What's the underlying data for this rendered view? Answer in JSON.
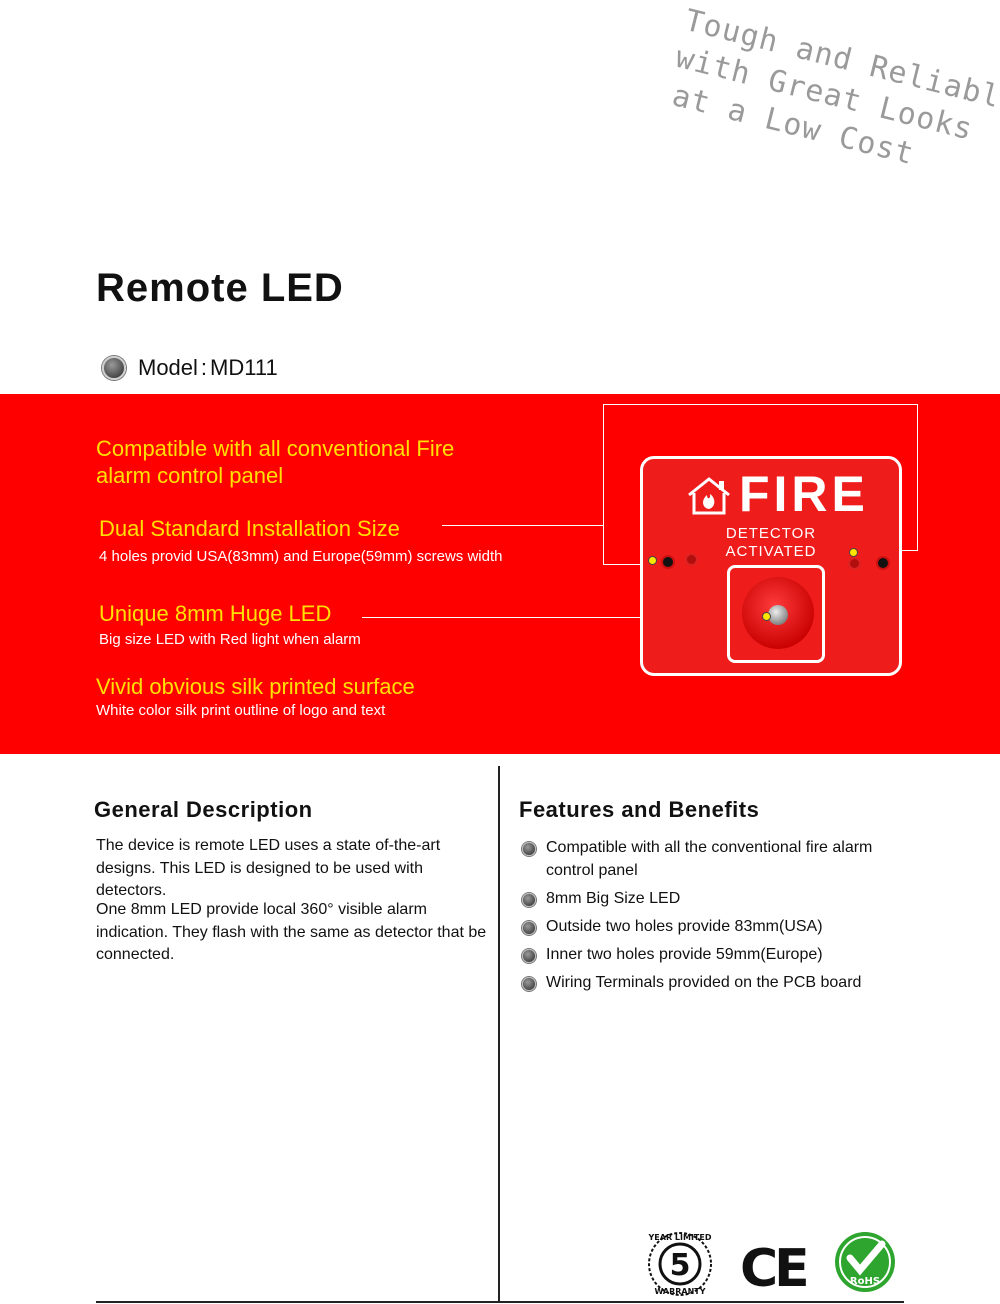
{
  "slogan": {
    "line1": "Tough and Reliable",
    "line2": "with Great Looks",
    "line3": "at a Low Cost"
  },
  "header": {
    "title": "Remote LED",
    "model_label": "Model",
    "model_separator": ":",
    "model_value": "MD111"
  },
  "banner": {
    "colors": {
      "background": "#ff0000",
      "heading": "#ffe000",
      "text": "#ffffff"
    },
    "features": [
      {
        "title_line1": "Compatible  with  all  conventional  Fire",
        "title_line2": "alarm  control  panel"
      },
      {
        "title": "Dual  Standard Installation Size",
        "subtitle": "4 holes provid USA(83mm) and Europe(59mm) screws width"
      },
      {
        "title": "Unique 8mm Huge LED",
        "subtitle": "Big size LED with Red light when alarm"
      },
      {
        "title": "Vivid obvious silk printed surface",
        "subtitle": "White color silk print outline of logo and text"
      }
    ],
    "device": {
      "word": "FIRE",
      "label_line1": "DETECTOR",
      "label_line2": "ACTIVATED"
    }
  },
  "general": {
    "heading": "General Description",
    "para1": "The device is remote LED uses a state of-the-art designs. This LED is designed to be used with detectors.",
    "para2": "One 8mm  LED provide local 360° visible alarm indication. They flash with the same as detector that be connected."
  },
  "features": {
    "heading": "Features and Benefits",
    "items": [
      "Compatible with all the conventional fire alarm control panel",
      "8mm Big Size LED",
      "Outside two holes provide 83mm(USA)",
      "Inner two holes provide 59mm(Europe)",
      "Wiring Terminals provided on the PCB board"
    ]
  },
  "certifications": {
    "warranty_top": "YEAR LIMITED",
    "warranty_number": "5",
    "warranty_bottom": "WARRANTY",
    "ce": "CE",
    "rohs": "RoHS"
  }
}
